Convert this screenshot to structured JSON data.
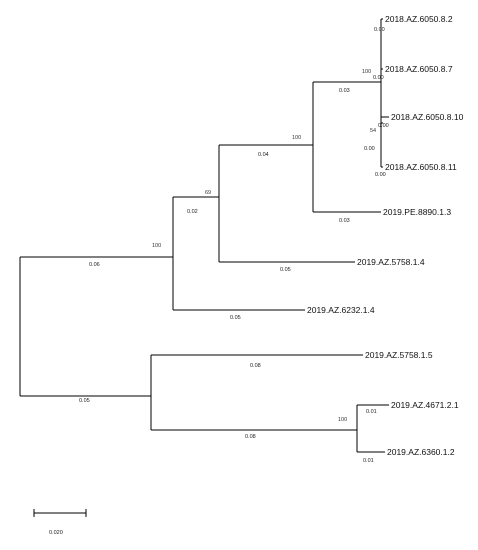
{
  "leaves": [
    {
      "id": "L1",
      "label": "2018.AZ.6050.8.2",
      "branch_length": "0.00"
    },
    {
      "id": "L2",
      "label": "2018.AZ.6050.8.7",
      "branch_length": "0.00"
    },
    {
      "id": "L3",
      "label": "2018.AZ.6050.8.10",
      "branch_length": "0.00"
    },
    {
      "id": "L4",
      "label": "2018.AZ.6050.8.11",
      "branch_length": "0.00"
    },
    {
      "id": "L5",
      "label": "2019.PE.8890.1.3",
      "branch_length": "0.03"
    },
    {
      "id": "L6",
      "label": "2019.AZ.5758.1.4",
      "branch_length": "0.05"
    },
    {
      "id": "L7",
      "label": "2019.AZ.6232.1.4",
      "branch_length": "0.05"
    },
    {
      "id": "L8",
      "label": "2019.AZ.5758.1.5",
      "branch_length": "0.08"
    },
    {
      "id": "L9",
      "label": "2019.AZ.4671.2.1",
      "branch_length": "0.01"
    },
    {
      "id": "L10",
      "label": "2019.AZ.6360.1.2",
      "branch_length": "0.01"
    }
  ],
  "internal_nodes": [
    {
      "id": "n_root_top",
      "branch_length": "0.06",
      "bootstrap": "100"
    },
    {
      "id": "n_69",
      "branch_length": "0.02",
      "bootstrap": "69"
    },
    {
      "id": "n_100_mid",
      "branch_length": "0.04",
      "bootstrap": "100"
    },
    {
      "id": "n_6050",
      "branch_length": "0.03",
      "bootstrap": "100"
    },
    {
      "id": "n_8_10_11",
      "branch_length": "0.00",
      "bootstrap": "54"
    },
    {
      "id": "n_root_bottom",
      "branch_length": "0.05",
      "bootstrap": ""
    },
    {
      "id": "n_4671_6360",
      "branch_length": "0.08",
      "bootstrap": "100"
    }
  ],
  "scale_bar": {
    "label": "0.020"
  }
}
